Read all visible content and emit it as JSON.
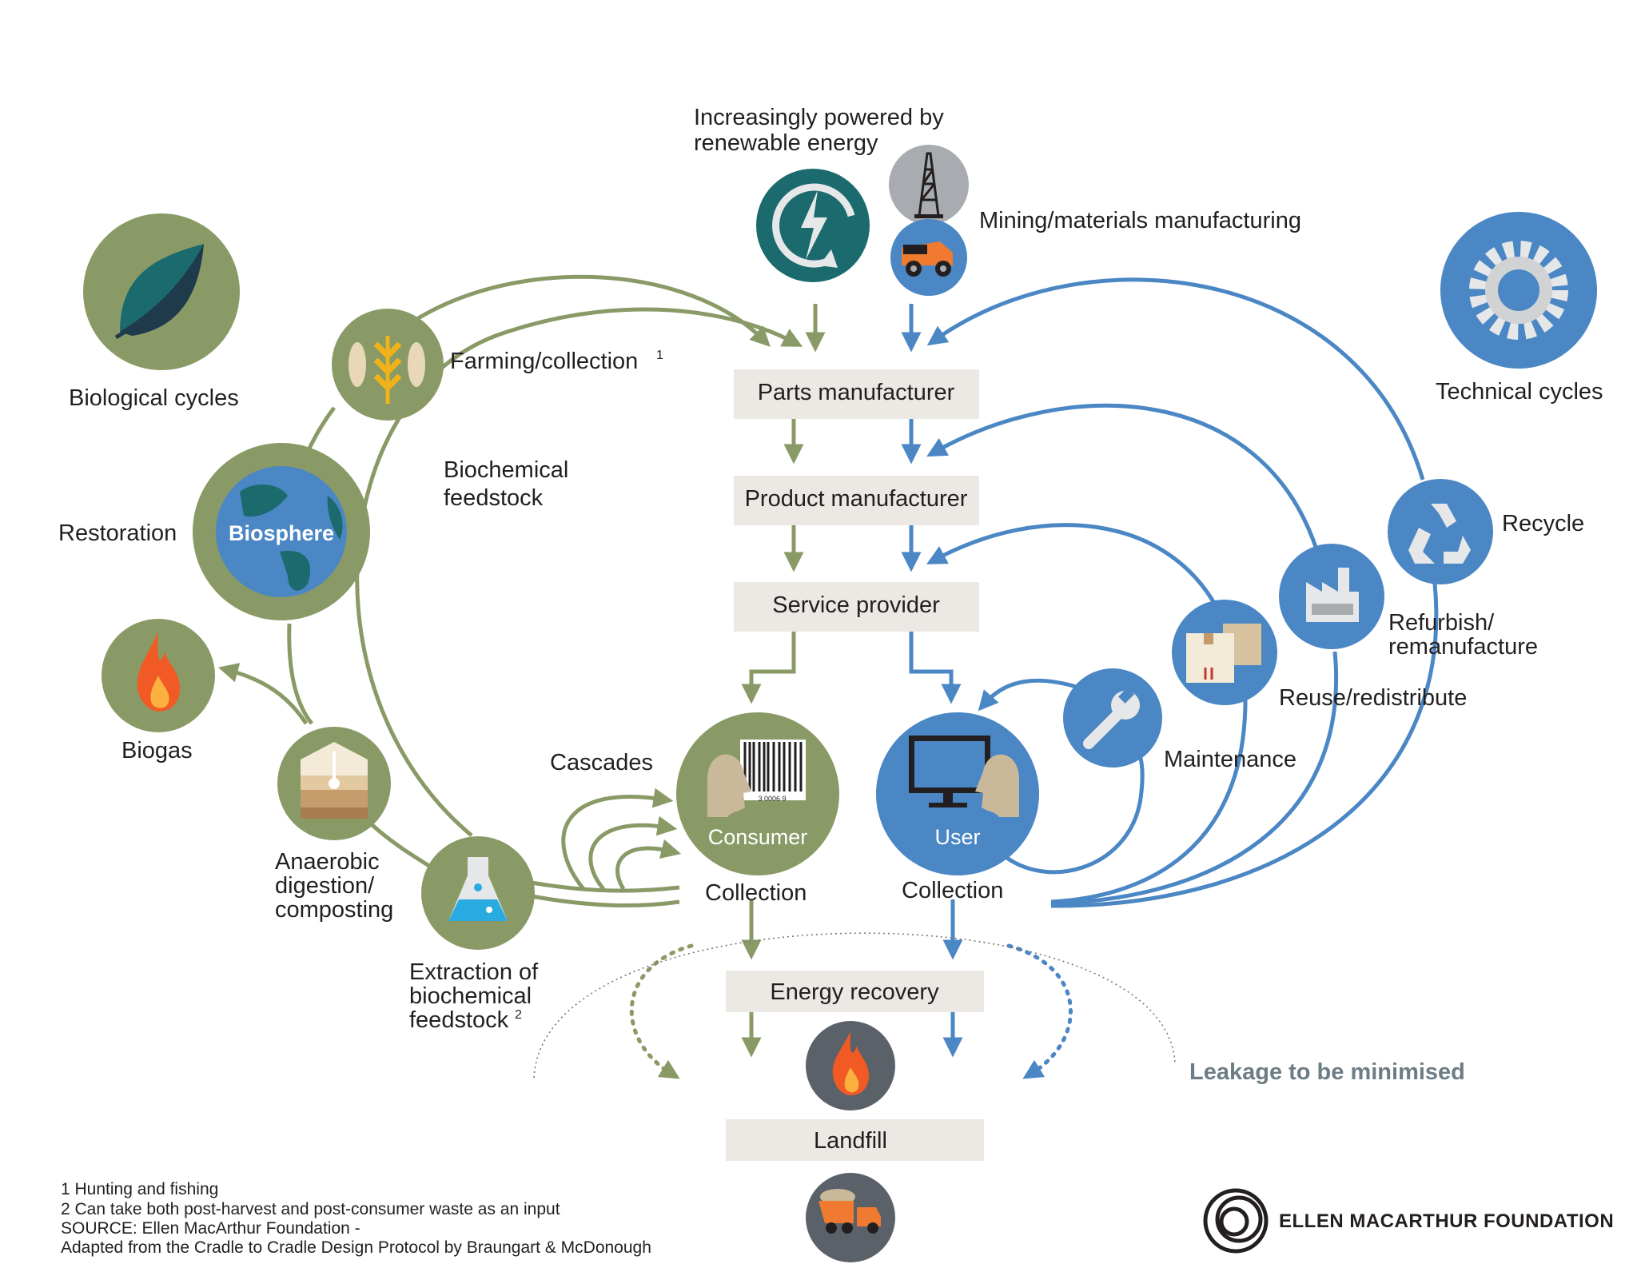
{
  "colors": {
    "biological": "#8a9a66",
    "technical": "#4a87c4",
    "box_fill": "#ece9e4",
    "dark_teal": "#1b6a6e",
    "dark_gray": "#5b6169",
    "text": "#231f20",
    "leak_text": "#6d7d86"
  },
  "header": {
    "renewable_line1": "Increasingly powered by",
    "renewable_line2": "renewable energy",
    "mining": "Mining/materials manufacturing"
  },
  "flow_boxes": {
    "parts": "Parts manufacturer",
    "product": "Product manufacturer",
    "service": "Service provider",
    "energy": "Energy recovery",
    "landfill": "Landfill"
  },
  "biological": {
    "title": "Biological cycles",
    "farming": "Farming/collection",
    "farming_note": "1",
    "biochemical_line1": "Biochemical",
    "biochemical_line2": "feedstock",
    "restoration": "Restoration",
    "biosphere": "Biosphere",
    "biogas": "Biogas",
    "anaerobic_line1": "Anaerobic",
    "anaerobic_line2": "digestion/",
    "anaerobic_line3": "composting",
    "extraction_line1": "Extraction of",
    "extraction_line2": "biochemical",
    "extraction_line3": "feedstock",
    "extraction_note": "2",
    "cascades": "Cascades",
    "consumer": "Consumer",
    "barcode_digits": "3  0006 9",
    "collection": "Collection"
  },
  "technical": {
    "title": "Technical cycles",
    "recycle": "Recycle",
    "refurbish_line1": "Refurbish/",
    "refurbish_line2": "remanufacture",
    "reuse": "Reuse/redistribute",
    "maintenance": "Maintenance",
    "user": "User",
    "collection": "Collection"
  },
  "leakage": "Leakage to be minimised",
  "footnotes": [
    "1  Hunting and fishing",
    "2 Can take both post-harvest and post-consumer waste as an input",
    "SOURCE: Ellen MacArthur Foundation -",
    "Adapted from the Cradle to Cradle Design Protocol by Braungart & McDonough"
  ],
  "brand": "ELLEN MACARTHUR FOUNDATION",
  "icons": [
    "leaf-icon",
    "gear-icon",
    "renewable-energy-icon",
    "oil-rig-icon",
    "mining-truck-icon",
    "wheat-fish-icon",
    "globe-icon",
    "flame-icon",
    "soil-icon",
    "flask-icon",
    "barcode-icon",
    "computer-icon",
    "wrench-icon",
    "boxes-icon",
    "factory-icon",
    "recycle-icon",
    "dump-truck-icon",
    "emf-logo-icon"
  ]
}
